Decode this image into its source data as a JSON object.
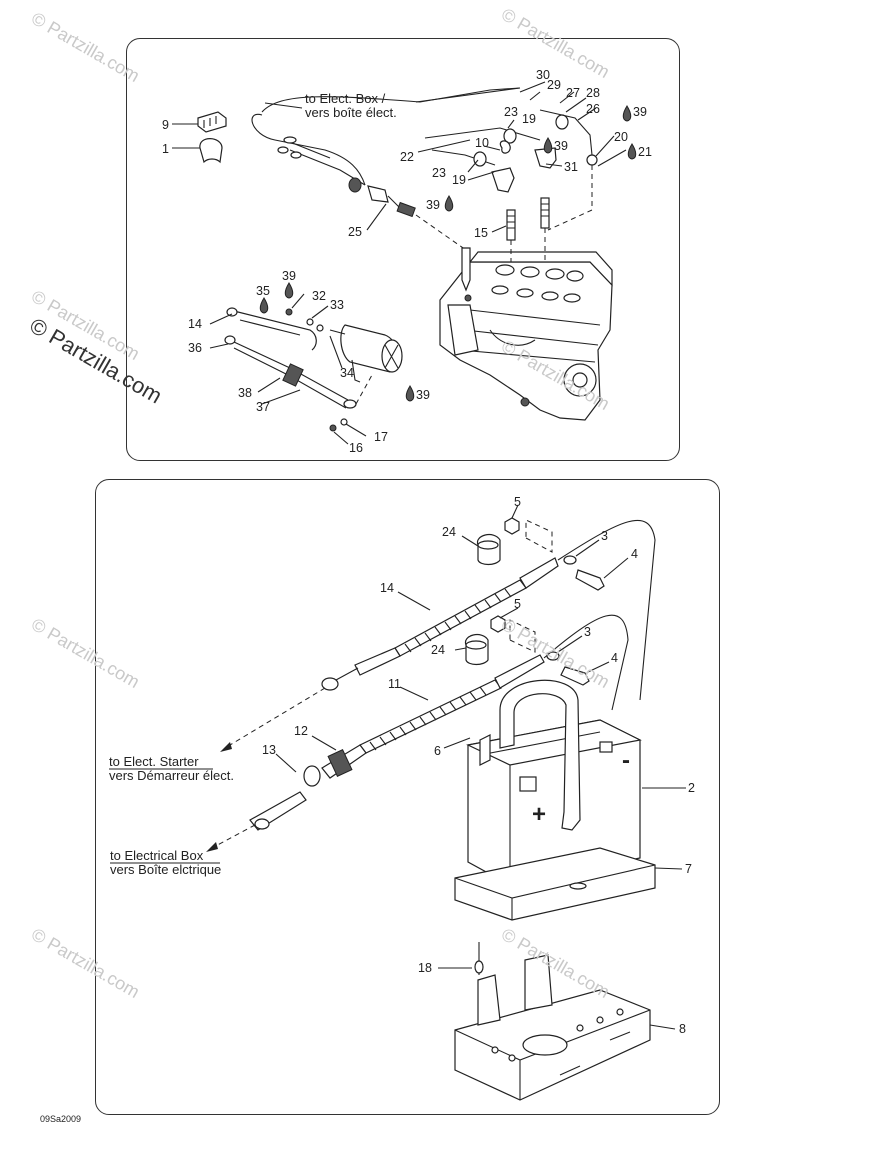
{
  "watermark": {
    "text": "© Partzilla.com",
    "line1": "© Partzilla",
    "line2": "Partzilla.com",
    "inline": "© Partzilla.com"
  },
  "diagram_code": "09Sa2009",
  "top_panel": {
    "notes": {
      "elect_box_en": "to Elect. Box /",
      "elect_box_fr": "vers boîte élect."
    },
    "callouts": [
      "30",
      "29",
      "27",
      "28",
      "26",
      "39",
      "23",
      "19",
      "22",
      "10",
      "39",
      "20",
      "21",
      "23",
      "19",
      "31",
      "39",
      "25",
      "15",
      "39",
      "35",
      "32",
      "33",
      "14",
      "36",
      "34",
      "38",
      "37",
      "39",
      "17",
      "16",
      "9",
      "1"
    ]
  },
  "bottom_panel": {
    "notes": {
      "starter_en": "to Elect. Starter",
      "starter_fr": "vers Démarreur élect.",
      "box_en": "to Electrical Box",
      "box_fr": "vers Boîte elctrique"
    },
    "symbols": {
      "plus": "+",
      "minus": "-"
    },
    "callouts": [
      "5",
      "24",
      "3",
      "4",
      "14",
      "5",
      "3",
      "24",
      "4",
      "11",
      "6",
      "2",
      "12",
      "13",
      "7",
      "18",
      "8"
    ]
  }
}
